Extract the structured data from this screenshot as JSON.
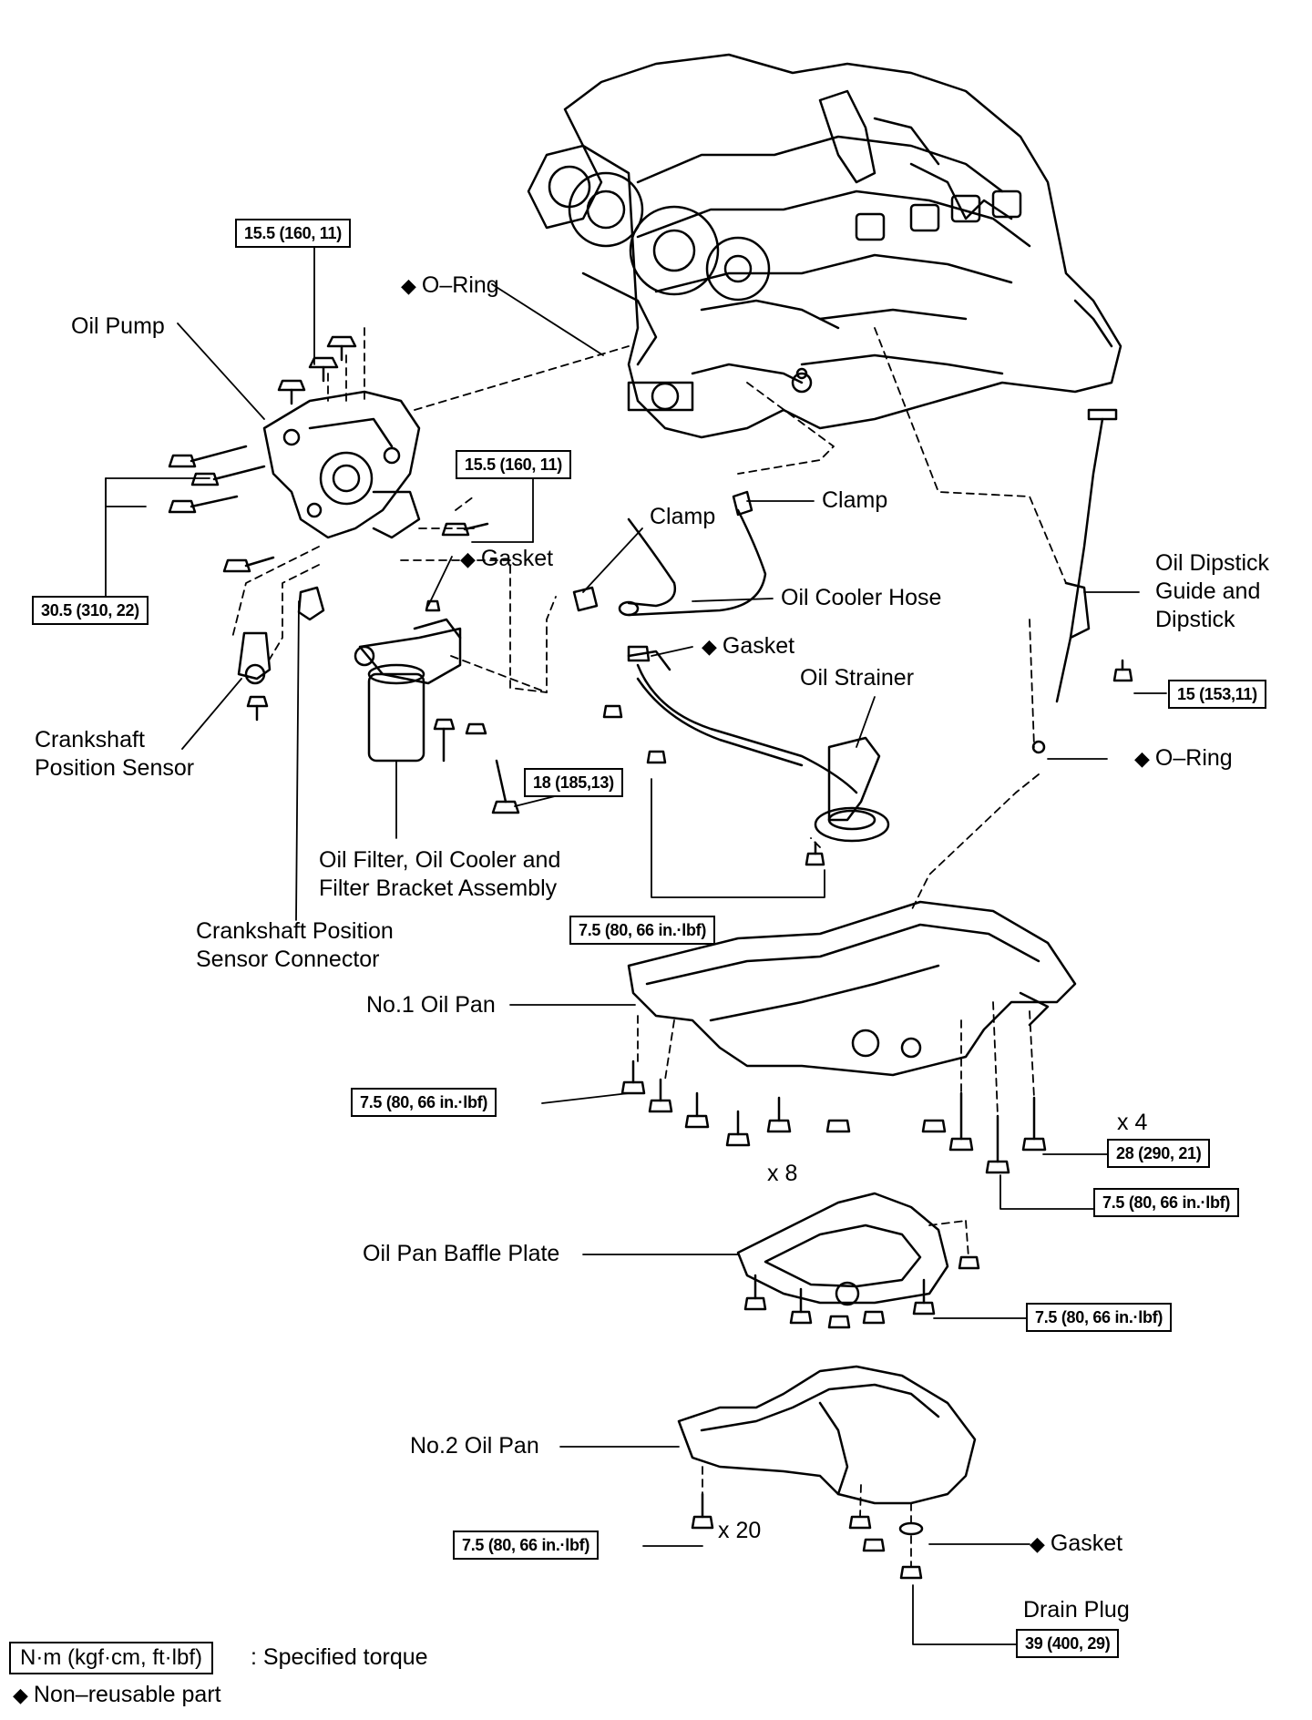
{
  "labels": {
    "o_ring_top": "O–Ring",
    "oil_pump": "Oil Pump",
    "gasket_pump": "Gasket",
    "clamp_left": "Clamp",
    "clamp_right": "Clamp",
    "oil_cooler_hose": "Oil Cooler Hose",
    "oil_dipstick": [
      "Oil Dipstick",
      "Guide and",
      "Dipstick"
    ],
    "gasket_strainer": "Gasket",
    "oil_strainer": "Oil Strainer",
    "o_ring_dipstick": "O–Ring",
    "crankshaft_sensor": [
      "Crankshaft",
      "Position Sensor"
    ],
    "oil_filter": [
      "Oil Filter, Oil Cooler and",
      "Filter Bracket Assembly"
    ],
    "crankshaft_connector": [
      "Crankshaft Position",
      "Sensor Connector"
    ],
    "no1_oil_pan": "No.1 Oil Pan",
    "baffle_plate": "Oil Pan Baffle Plate",
    "no2_oil_pan": "No.2 Oil Pan",
    "gasket_drain": "Gasket",
    "drain_plug": "Drain Plug"
  },
  "torques": {
    "pump_top": "15.5 (160, 11)",
    "pump_mid": "15.5 (160, 11)",
    "pump_left": "30.5 (310, 22)",
    "dipstick": "15 (153,11)",
    "filter_bolt": "18 (185,13)",
    "strainer": "7.5 (80, 66 in.·lbf)",
    "pan1_left": "7.5 (80, 66 in.·lbf)",
    "pan1_x4": "28 (290, 21)",
    "pan1_right": "7.5 (80, 66 in.·lbf)",
    "baffle": "7.5 (80, 66 in.·lbf)",
    "pan2": "7.5 (80, 66 in.·lbf)",
    "drain": "39 (400, 29)"
  },
  "counts": {
    "x8": "x 8",
    "x4": "x 4",
    "x20": "x 20"
  },
  "legend": {
    "torque_box": "N·m (kgf·cm, ft·lbf)",
    "torque_text": ": Specified torque",
    "nonreusable_text": "Non–reusable part"
  },
  "symbols": {
    "diamond": "◆"
  }
}
